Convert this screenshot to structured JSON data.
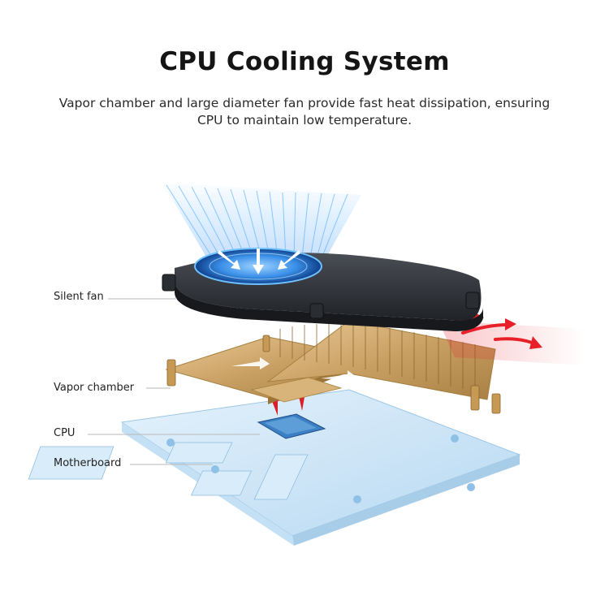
{
  "header": {
    "title": "CPU Cooling System",
    "subtitle": "Vapor chamber and large diameter fan provide fast heat dissipation, ensuring CPU to maintain low temperature."
  },
  "labels": {
    "fan": "Silent fan",
    "vapor_chamber": "Vapor chamber",
    "cpu": "CPU",
    "motherboard": "Motherboard"
  },
  "colors": {
    "airflow_cool": "#3aa0ff",
    "airflow_hot": "#e8202a",
    "fan_body": "#2b2e33",
    "copper": "#c9a064",
    "board": "#cfe6f7"
  }
}
